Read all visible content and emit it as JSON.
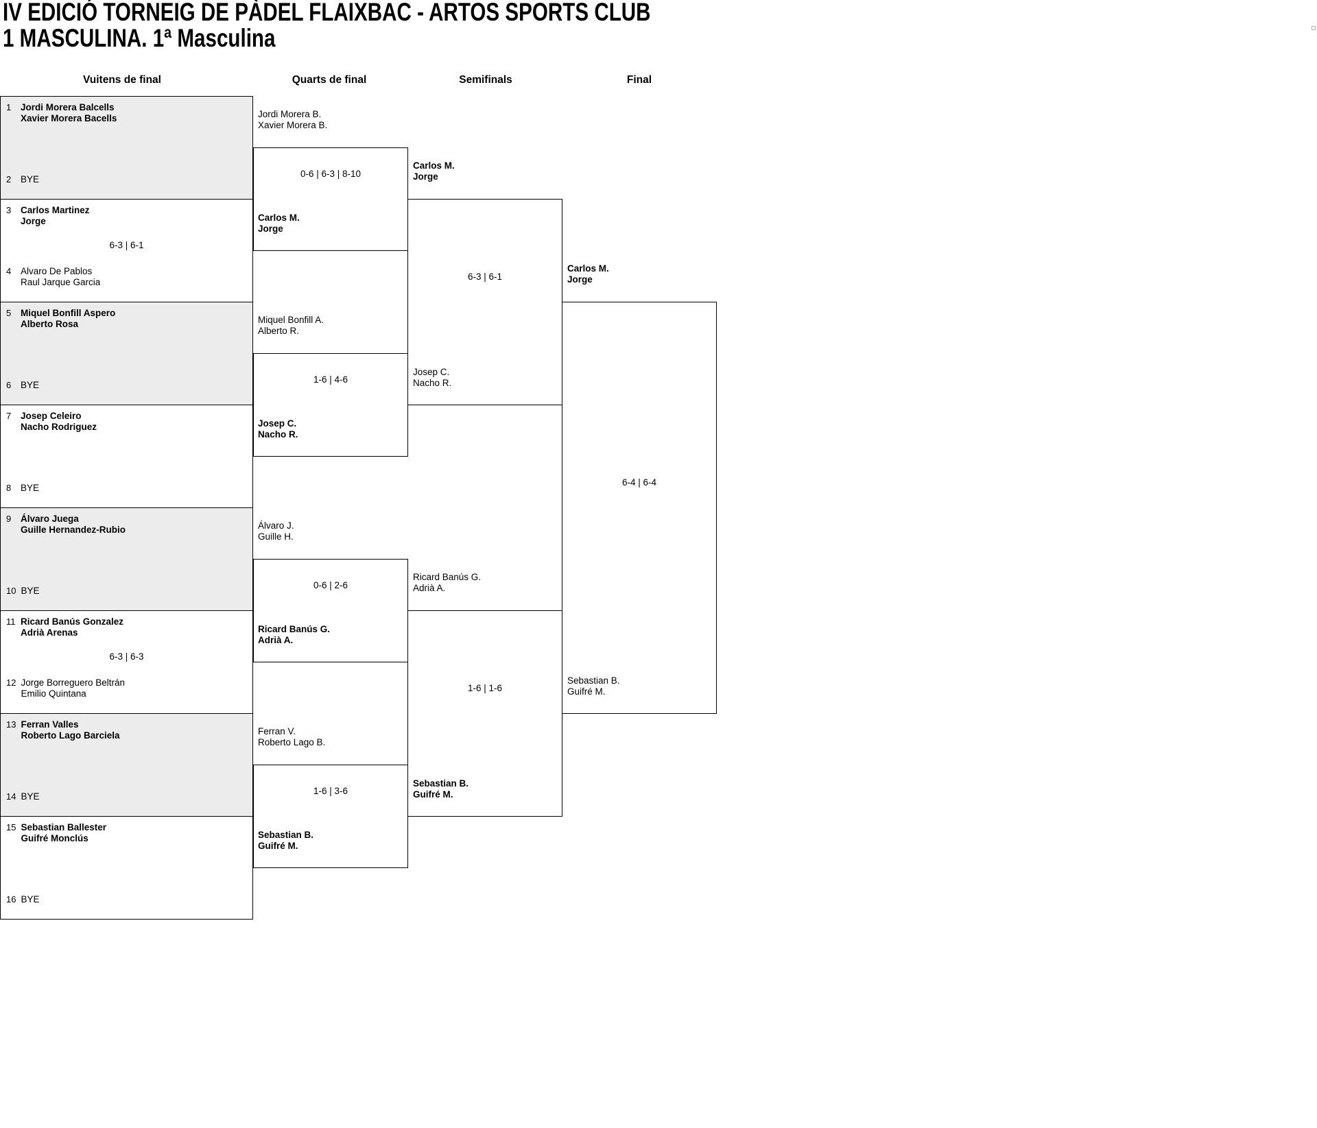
{
  "header": {
    "title_line1": "IV EDICIÓ TORNEIG DE PÀDEL FLAIXBAC - ARTOS SPORTS CLUB",
    "title_line2": "1 MASCULINA. 1ª Masculina"
  },
  "round_headers": {
    "r16": "Vuitens de final",
    "qf": "Quarts de final",
    "sf": "Semifinals",
    "final": "Final"
  },
  "round_of_16": {
    "slots": [
      {
        "seed": "1",
        "entry": "Jordi Morera Balcells\nXavier Morera Bacells",
        "advanced": true
      },
      {
        "seed": "2",
        "entry": "BYE",
        "advanced": false
      },
      {
        "seed": "3",
        "entry": "Carlos Martinez\nJorge",
        "advanced": true
      },
      {
        "seed": "4",
        "entry": "Alvaro De Pablos\nRaul Jarque Garcia",
        "advanced": false
      },
      {
        "seed": "5",
        "entry": "Miquel Bonfill Aspero\nAlberto Rosa",
        "advanced": true
      },
      {
        "seed": "6",
        "entry": "BYE",
        "advanced": false
      },
      {
        "seed": "7",
        "entry": "Josep Celeiro\nNacho Rodriguez",
        "advanced": true
      },
      {
        "seed": "8",
        "entry": "BYE",
        "advanced": false
      },
      {
        "seed": "9",
        "entry": "Álvaro Juega\nGuille Hernandez-Rubio",
        "advanced": true
      },
      {
        "seed": "10",
        "entry": "BYE",
        "advanced": false
      },
      {
        "seed": "11",
        "entry": "Ricard Banús Gonzalez\nAdrià Arenas",
        "advanced": true
      },
      {
        "seed": "12",
        "entry": "Jorge Borreguero Beltrán\nEmilio Quintana",
        "advanced": false
      },
      {
        "seed": "13",
        "entry": "Ferran Valles\nRoberto Lago Barciela",
        "advanced": true
      },
      {
        "seed": "14",
        "entry": "BYE",
        "advanced": false
      },
      {
        "seed": "15",
        "entry": "Sebastian Ballester\nGuifré Monclús",
        "advanced": true
      },
      {
        "seed": "16",
        "entry": "BYE",
        "advanced": false
      }
    ],
    "match_scores": {
      "match_3_4": "6-3 | 6-1",
      "match_11_12": "6-3 | 6-3"
    }
  },
  "quarterfinals": [
    {
      "team_top": "Jordi Morera B.\nXavier Morera B.",
      "score": "0-6 | 6-3 | 8-10",
      "team_bottom": "Carlos M.\nJorge",
      "winner": "team_bottom"
    },
    {
      "team_top": "Miquel Bonfill A.\nAlberto R.",
      "score": "1-6 | 4-6",
      "team_bottom": "Josep C.\nNacho R.",
      "winner": "team_bottom"
    },
    {
      "team_top": "Álvaro J.\nGuille H.",
      "score": "0-6 | 2-6",
      "team_bottom": "Ricard Banús G.\nAdrià A.",
      "winner": "team_bottom"
    },
    {
      "team_top": "Ferran V.\nRoberto Lago B.",
      "score": "1-6 | 3-6",
      "team_bottom": "Sebastian B.\nGuifré M.",
      "winner": "team_bottom"
    }
  ],
  "semifinals": [
    {
      "team_top": "Carlos M.\nJorge",
      "score": "6-3 | 6-1",
      "team_bottom": "Josep C.\nNacho R.",
      "winner": "team_top"
    },
    {
      "team_top": "Ricard Banús G.\nAdrià A.",
      "score": "1-6 | 1-6",
      "team_bottom": "Sebastian B.\nGuifré M.",
      "winner": "team_bottom"
    }
  ],
  "final": {
    "team_top": "Carlos M.\nJorge",
    "score": "6-4 | 6-4",
    "team_bottom": "Sebastian B.\nGuifré M.",
    "winner": "team_top"
  }
}
